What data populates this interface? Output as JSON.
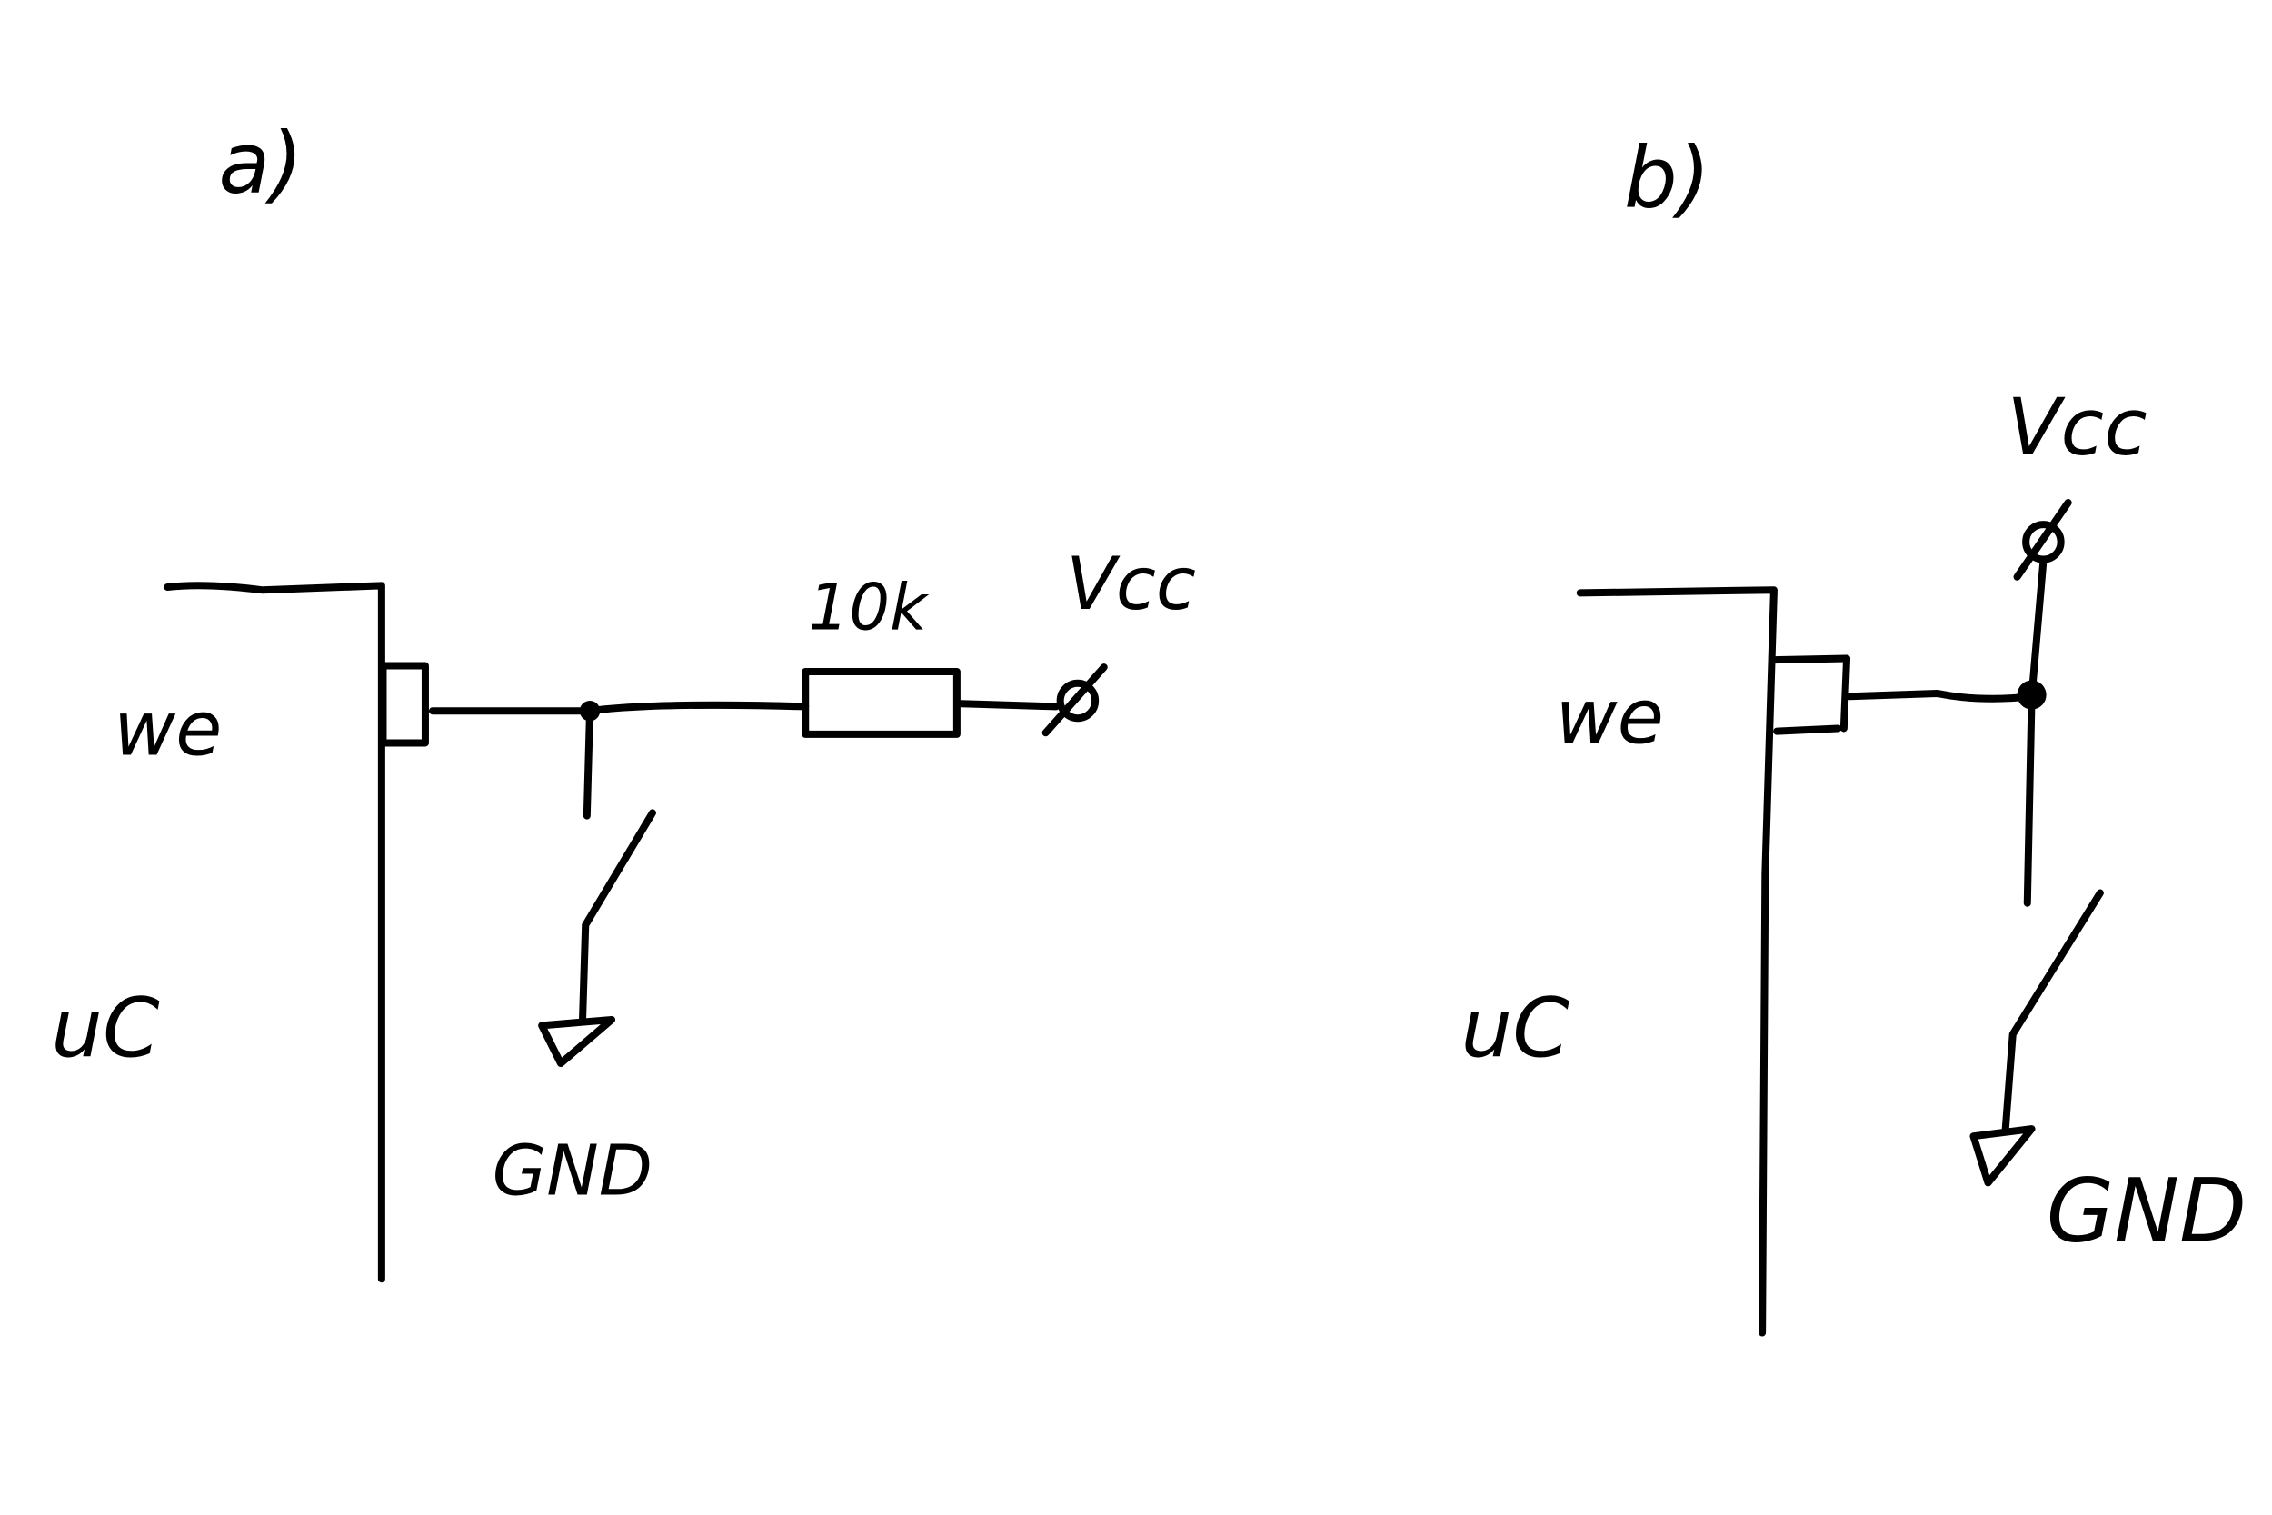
{
  "colors": {
    "ink": "#000000",
    "background": "#ffffff"
  },
  "panel_a": {
    "label": "a)",
    "chip_label": "uC",
    "pin_label": "we",
    "resistor_label": "10k",
    "supply_label": "Vcc",
    "ground_label": "GND"
  },
  "panel_b": {
    "label": "b)",
    "chip_label": "uC",
    "pin_label": "we",
    "supply_label": "Vcc",
    "ground_label": "GND"
  }
}
